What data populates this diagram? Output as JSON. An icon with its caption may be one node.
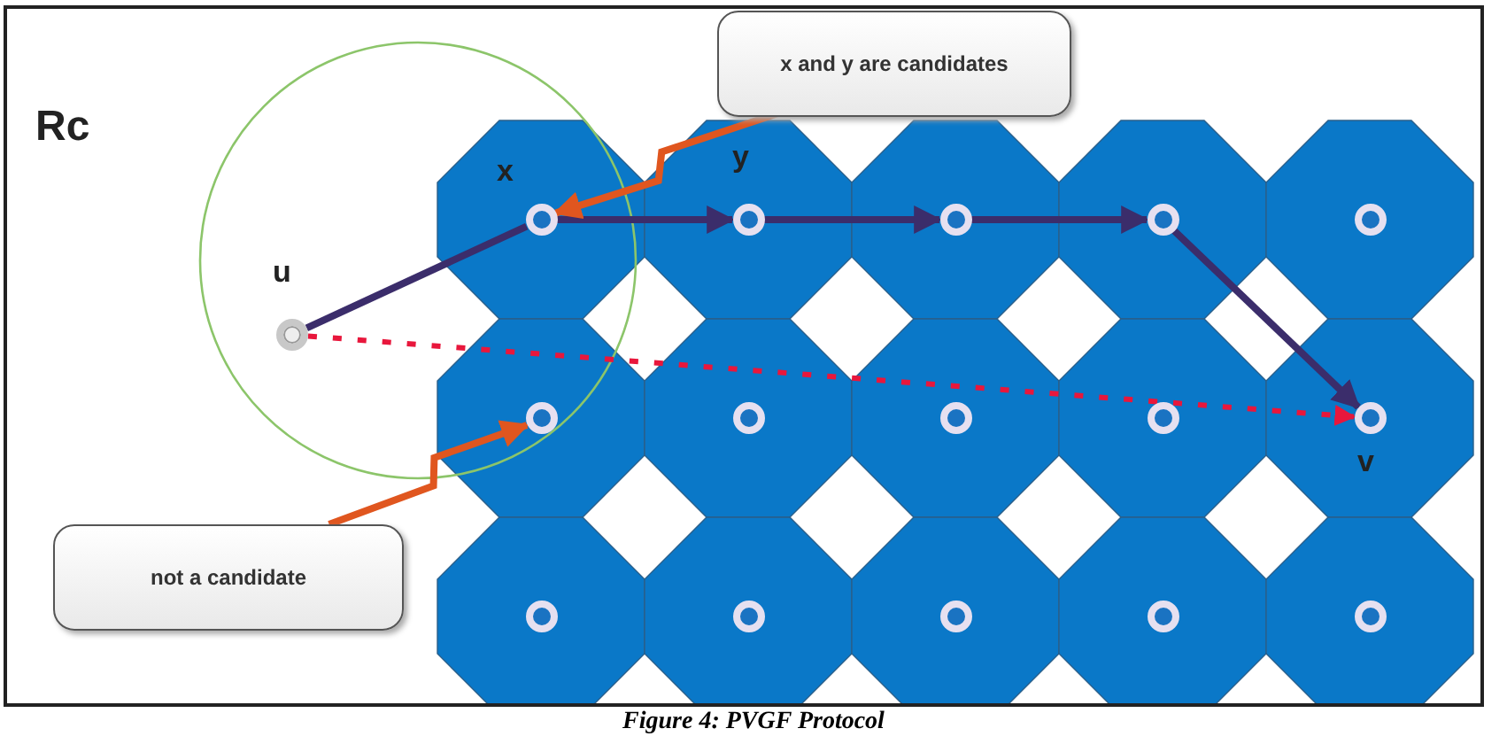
{
  "diagram": {
    "caption": "Figure 4: PVGF Protocol",
    "nodes": [
      {
        "text": [],
        "shape": "circle",
        "beside": [
          "u"
        ]
      },
      {
        "text": [],
        "shape": "circle",
        "beside": [
          "x"
        ]
      },
      {
        "text": [],
        "shape": "circle",
        "beside": [
          "y"
        ]
      },
      {
        "text": [],
        "shape": "circle"
      },
      {
        "text": [],
        "shape": "circle"
      },
      {
        "text": [],
        "shape": "circle"
      },
      {
        "text": [],
        "shape": "circle"
      },
      {
        "text": [],
        "shape": "circle"
      },
      {
        "text": [],
        "shape": "circle"
      },
      {
        "text": [],
        "shape": "circle"
      },
      {
        "text": [],
        "shape": "circle",
        "beside": [
          "v"
        ]
      },
      {
        "text": [],
        "shape": "circle"
      },
      {
        "text": [],
        "shape": "circle"
      },
      {
        "text": [],
        "shape": "circle"
      },
      {
        "text": [],
        "shape": "circle"
      },
      {
        "text": [],
        "shape": "circle"
      },
      {
        "text": [
          "x and y are candidates"
        ]
      },
      {
        "text": [
          "not a candidate"
        ]
      }
    ],
    "edges": [
      {
        "from": 0,
        "to": 1,
        "arrow": "none"
      },
      {
        "from": 1,
        "to": 2,
        "arrow": "to"
      },
      {
        "from": 2,
        "to": 3,
        "arrow": "to"
      },
      {
        "from": 3,
        "to": 4,
        "arrow": "to"
      },
      {
        "from": 4,
        "to": 10,
        "arrow": "to"
      },
      {
        "from": 0,
        "to": 10,
        "arrow": "to",
        "style": "dashed",
        "color": "#e8173c"
      },
      {
        "from": 16,
        "to": 1,
        "arrow": "to",
        "color": "#e0561f"
      },
      {
        "from": 17,
        "to": 6,
        "arrow": "to",
        "color": "#e0561f"
      }
    ],
    "labels": [
      "Rc"
    ]
  }
}
